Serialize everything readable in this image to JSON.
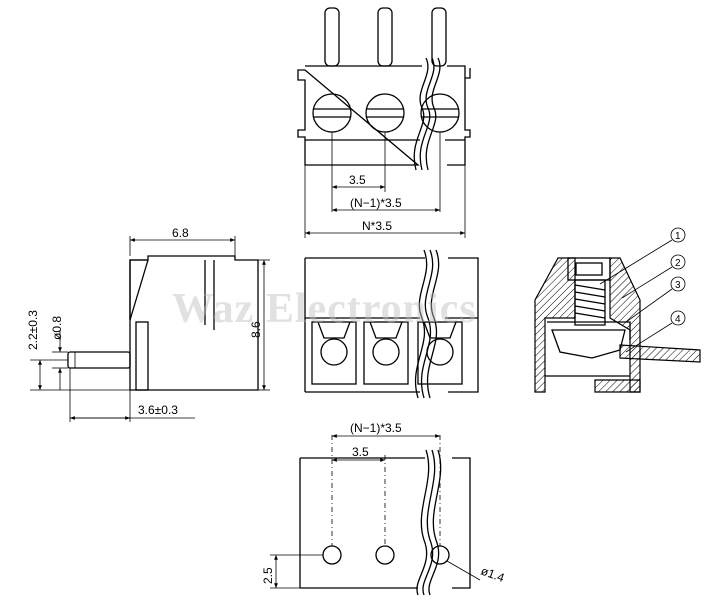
{
  "dimensions": {
    "pitch_top": "3.5",
    "span_top": "(N−1)*3.5",
    "overall_width": "N*3.5",
    "depth": "6.8",
    "height": "8.6",
    "pin_offset": "2.2±0.3",
    "pin_diameter": "ø0.8",
    "pin_length": "3.6±0.3",
    "span_bottom": "(N−1)*3.5",
    "pitch_bottom": "3.5",
    "hole_offset": "2.5",
    "hole_diameter": "ø1.4"
  },
  "callouts": [
    "1",
    "2",
    "3",
    "4"
  ],
  "watermark": "Waz Electronics"
}
